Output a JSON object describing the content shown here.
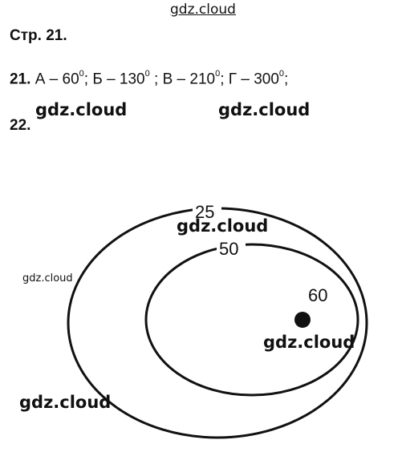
{
  "watermarks": {
    "top": "gdz.cloud",
    "w1": "gdz.cloud",
    "w2": "gdz.cloud",
    "w3": "gdz.cloud",
    "w4": "gdz.cloud",
    "w5": "gdz.cloud",
    "w6": "gdz.cloud"
  },
  "page_title": "Стр. 21.",
  "task21": {
    "number": "21.",
    "a_label": "А – 60",
    "b_label": "; Б – 130",
    "v_label": " ; В – 210",
    "g_label": "; Г – 300",
    "degree_mark": "0",
    "end": ";"
  },
  "task22": {
    "number": "22."
  },
  "diagram": {
    "contour_outer_label": "25",
    "contour_inner_label": "50",
    "peak_label": "60"
  }
}
